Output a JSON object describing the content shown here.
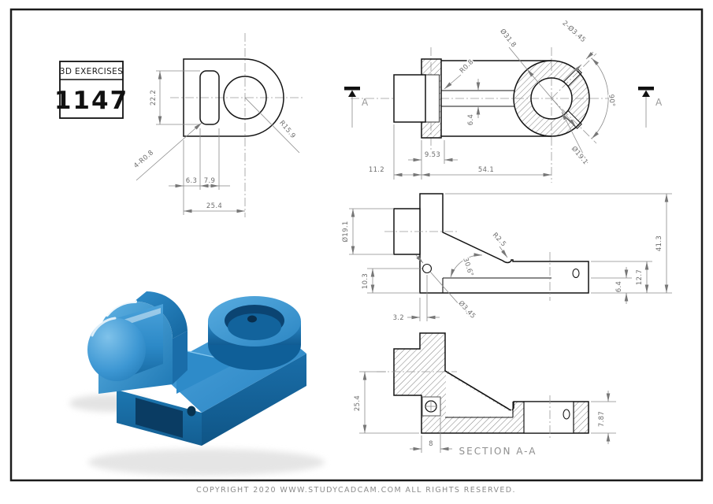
{
  "title_block": {
    "series_label": "3D EXERCISES",
    "exercise_number": "1147"
  },
  "footer": {
    "copyright": "COPYRIGHT   2020  WWW.STUDYCADCAM.COM  ALL  RIGHTS  RESERVED."
  },
  "section_markers": {
    "label": "A"
  },
  "render": {
    "part_color": "#2285c7"
  },
  "views": {
    "front": {
      "dims": {
        "slot_height": "22.2",
        "outer_radius": "R15.9",
        "corner_fillets": "4-R0.8",
        "slot_offset": "6.3",
        "slot_width": "7.9",
        "overall_width": "25.4"
      }
    },
    "top": {
      "dims": {
        "boss_diameter": "Ø31.8",
        "bolt_holes": "2-Ø3.45",
        "hole_angle": "90°",
        "bore_diameter": "Ø19.1",
        "fillet": "R0.8",
        "slot_width": "6.4",
        "flange_length": "9.53",
        "cylinder_length": "11.2",
        "body_length": "54.1"
      }
    },
    "side": {
      "dims": {
        "cylinder_diameter": "Ø19.1",
        "hole_height": "10.3",
        "hole_offset": "3.2",
        "hole_diameter": "Ø3.45",
        "ramp_angle": "30.6°",
        "ramp_fillet": "R2.5",
        "overall_height": "41.3",
        "boss_height": "12.7",
        "base_thickness": "6.4"
      }
    },
    "section": {
      "label": "SECTION A-A",
      "dims": {
        "plate_height": "25.4",
        "pocket_width": "8",
        "bore_depth": "7.87"
      }
    }
  }
}
